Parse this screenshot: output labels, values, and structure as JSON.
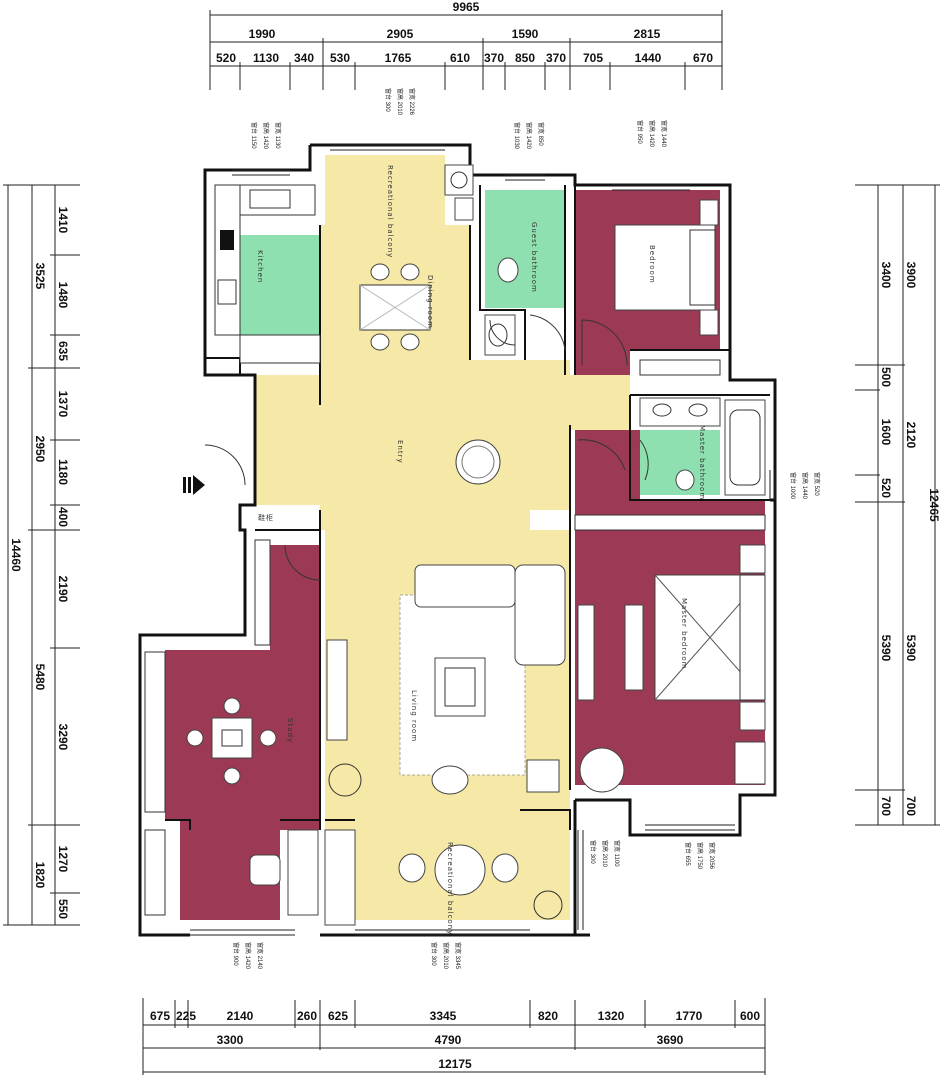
{
  "colors": {
    "living": "#f6e8a6",
    "bedroom": "#9c3a55",
    "wet": "#8fe0b0",
    "wall": "#111111"
  },
  "dims": {
    "top_total": "9965",
    "top_seg1": [
      "1990",
      "2905",
      "1590",
      "2815"
    ],
    "top_seg2": [
      "520",
      "1130",
      "340",
      "530",
      "1765",
      "610",
      "370",
      "850",
      "370",
      "705",
      "1440",
      "670"
    ],
    "bottom_seg1": [
      "675",
      "225",
      "2140",
      "260",
      "625",
      "3345",
      "820",
      "1320",
      "1770",
      "600"
    ],
    "bottom_seg2": [
      "3300",
      "4790",
      "3690"
    ],
    "bottom_total": "12175",
    "left_total": "14460",
    "left_seg1": [
      "3525",
      "2950",
      "5480",
      "1820"
    ],
    "left_seg2": [
      "1410",
      "1480",
      "635",
      "1370",
      "1180",
      "400",
      "2190",
      "3290",
      "1270",
      "550"
    ],
    "right_total": "12465",
    "right_seg1": [
      "3900",
      "2120",
      "5390",
      "700"
    ],
    "right_seg2": [
      "3400",
      "500",
      "1600",
      "520",
      "5390",
      "700"
    ]
  },
  "window_labels": {
    "w_living_top": [
      "窗宽 2226",
      "窗高 2010",
      "窗台 300"
    ],
    "w_bath_top": [
      "窗宽 850",
      "窗高 1420",
      "窗台 1030"
    ],
    "w_bed_top": [
      "窗宽 1440",
      "窗高 1420",
      "窗台 950"
    ],
    "w_kitchen_top": [
      "窗宽 1130",
      "窗高 1420",
      "窗台 1150"
    ],
    "w_masterbath": [
      "窗宽 520",
      "窗高 1440",
      "窗台 1000"
    ],
    "w_bottom_right1": [
      "窗宽 1100",
      "窗高 2010",
      "窗台 300"
    ],
    "w_bottom_right2": [
      "窗宽 2056",
      "窗高 1750",
      "窗台 655"
    ],
    "w_bottom_left": [
      "窗宽 2140",
      "窗高 1420",
      "窗台 900"
    ],
    "w_bottom_mid": [
      "窗宽 3345",
      "窗高 2010",
      "窗台 300"
    ]
  },
  "rooms": {
    "recreational_balcony": "Recreational balcony",
    "kitchen": "Kitchen",
    "dining": "Dining room",
    "guest_bathroom": "Guest bathroom",
    "bedroom": "Bedroom",
    "master_bathroom": "Master bathroom",
    "master_bedroom": "Master bedroom",
    "living": "Living room",
    "study": "Study",
    "leisure_balcony": "Recreational balcony",
    "entry": "Entry",
    "shoes": "鞋柜"
  }
}
